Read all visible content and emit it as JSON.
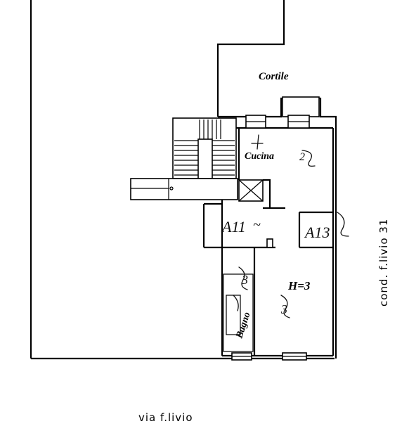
{
  "labels": {
    "cortile": "Cortile",
    "cucina": "Cucina",
    "cucina_mark": "2",
    "room_a": "A11",
    "room_a_mark": "~",
    "room_b": "A13",
    "height": "H=3",
    "height_mark": "3",
    "bagno": "Bagno",
    "bagno_mark": "3",
    "side_street": "cond. f.livio 31",
    "front_street": "via f.livio"
  },
  "colors": {
    "line": "#000000",
    "background": "#ffffff"
  }
}
